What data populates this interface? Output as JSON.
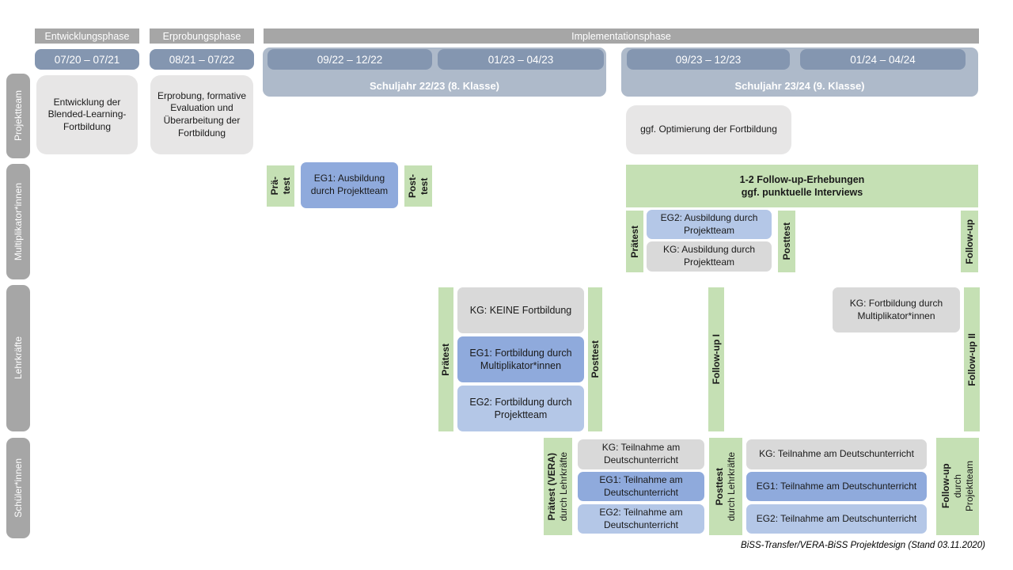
{
  "phases": {
    "entwicklung": {
      "label": "Entwicklungsphase",
      "dates": "07/20 – 07/21"
    },
    "erprobung": {
      "label": "Erprobungsphase",
      "dates": "08/21 – 07/22"
    },
    "implementation": {
      "label": "Implementationsphase",
      "schuljahr1": {
        "label": "Schuljahr 22/23 (8. Klasse)",
        "period1": "09/22 – 12/22",
        "period2": "01/23 – 04/23"
      },
      "schuljahr2": {
        "label": "Schuljahr 23/24 (9. Klasse)",
        "period1": "09/23 – 12/23",
        "period2": "01/24 – 04/24"
      }
    }
  },
  "rows": {
    "projektteam": {
      "label": "Projektteam",
      "entwicklung_box": "Entwicklung der Blended-Learning-Fortbildung",
      "erprobung_box": "Erprobung, formative Evaluation und Überarbeitung der Fortbildung",
      "optimierung_box": "ggf. Optimierung der Fortbildung"
    },
    "multiplikatoren": {
      "label": "Multiplikator*innen",
      "praetest1": "Prä-\ntest",
      "eg1_box": "EG1: Ausbildung durch Projektteam",
      "posttest1": "Post-\ntest",
      "followup_box": "1-2 Follow-up-Erhebungen\nggf. punktuelle Interviews",
      "praetest2": "Prätest",
      "eg2_box": "EG2: Ausbildung durch Projektteam",
      "kg_box": "KG: Ausbildung durch Projektteam",
      "posttest2": "Posttest",
      "followup_bar": "Follow-up"
    },
    "lehrkraefte": {
      "label": "Lehrkräfte",
      "praetest": "Prätest",
      "kg_box1": "KG: KEINE Fortbildung",
      "eg1_box": "EG1: Fortbildung durch Multiplikator*innen",
      "eg2_box": "EG2: Fortbildung durch Projektteam",
      "posttest": "Posttest",
      "followup1": "Follow-up I",
      "kg_box2": "KG: Fortbildung durch Multiplikator*innen",
      "followup2": "Follow-up II"
    },
    "schueler": {
      "label": "Schüler*innen",
      "praetest_main": "Prätest (VERA)",
      "praetest_sub": "durch Lehrkräfte",
      "kg_box1": "KG: Teilnahme am Deutschunterricht",
      "eg1_box1": "EG1: Teilnahme am Deutschunterricht",
      "eg2_box1": "EG2: Teilnahme am Deutschunterricht",
      "posttest_main": "Posttest",
      "posttest_sub": "durch Lehrkräfte",
      "kg_box2": "KG: Teilnahme am Deutschunterricht",
      "eg1_box2": "EG1: Teilnahme am Deutschunterricht",
      "eg2_box2": "EG2: Teilnahme am Deutschunterricht",
      "followup_main": "Follow-up",
      "followup_sub": "durch\nProjektteam"
    }
  },
  "footer": "BiSS-Transfer/VERA-BiSS Projektdesign (Stand 03.11.2020)",
  "colors": {
    "phase_gray": "#a6a6a6",
    "date_blue": "#8496b0",
    "schuljahr_blue": "#aebaca",
    "lightgray": "#e7e6e6",
    "kg_gray": "#d9d9d9",
    "eg1_blue": "#8faadc",
    "eg2_blue": "#b4c7e7",
    "green": "#c5e0b4"
  }
}
